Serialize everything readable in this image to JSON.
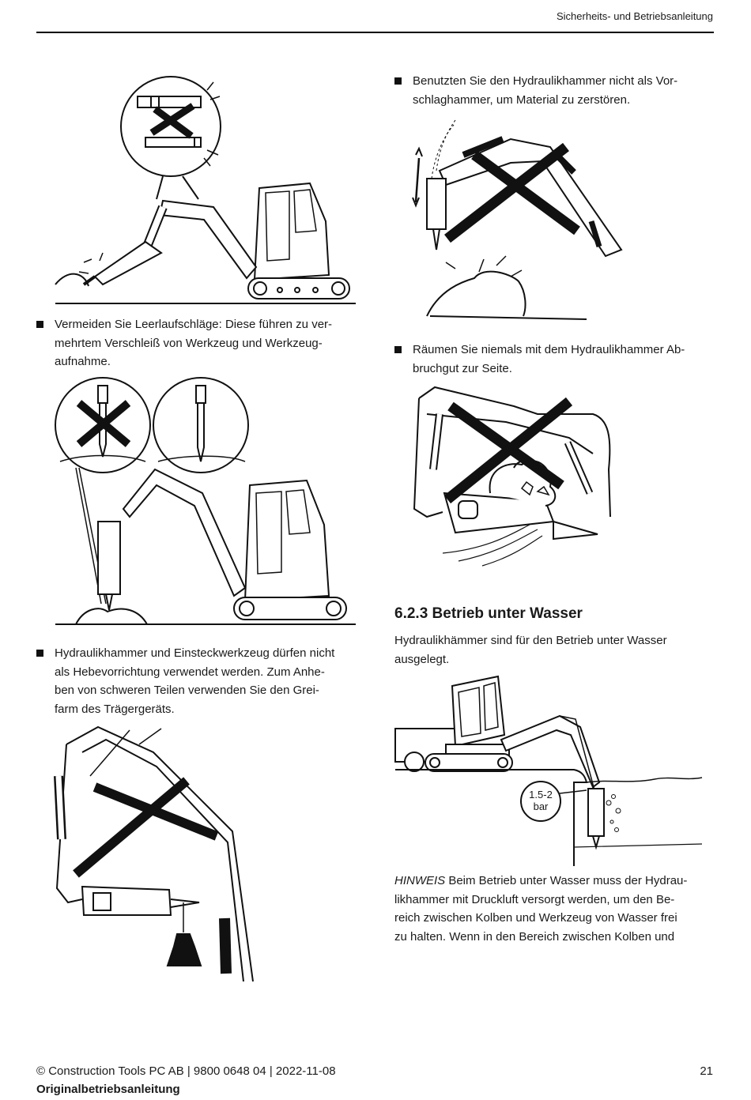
{
  "header": {
    "title": "Sicherheits- und Betriebsanleitung"
  },
  "left_column": {
    "bullet_idle_strikes": "Vermeiden Sie Leerlaufschläge: Diese führen zu ver-\nmehrtem Verschleiß von Werkzeug und Werkzeug-\naufnahme.",
    "bullet_no_lifting": "Hydraulikhammer und Einsteckwerkzeug dürfen nicht\nals Hebevorrichtung verwendet werden. Zum Anhe-\nben von schweren Teilen verwenden Sie den Grei-\nfarm des Trägergeräts."
  },
  "right_column": {
    "bullet_no_sledgehammer": "Benutzten Sie den Hydraulikhammer nicht als Vor-\nschlaghammer, um Material zu zerstören.",
    "bullet_no_sweeping": "Räumen Sie niemals mit dem Hydraulikhammer Ab-\nbruchgut zur Seite.",
    "section_heading": "6.2.3 Betrieb unter Wasser",
    "section_intro": "Hydraulikhämmer sind für den Betrieb unter Wasser\nausgelegt.",
    "pressure_label_value": "1.5-2",
    "pressure_label_unit": "bar",
    "hint_label": "HINWEIS",
    "hint_text": " Beim Betrieb unter Wasser muss der Hydrau-\nlikhammer mit Druckluft versorgt werden, um den Be-\nreich zwischen Kolben und Werkzeug von Wasser frei\nzu halten. Wenn in den Bereich zwischen Kolben und"
  },
  "footer": {
    "copyright": "© Construction Tools PC AB | 9800 0648 04 | 2022-11-08",
    "subtitle": "Originalbetriebsanleitung",
    "page_number": "21"
  }
}
